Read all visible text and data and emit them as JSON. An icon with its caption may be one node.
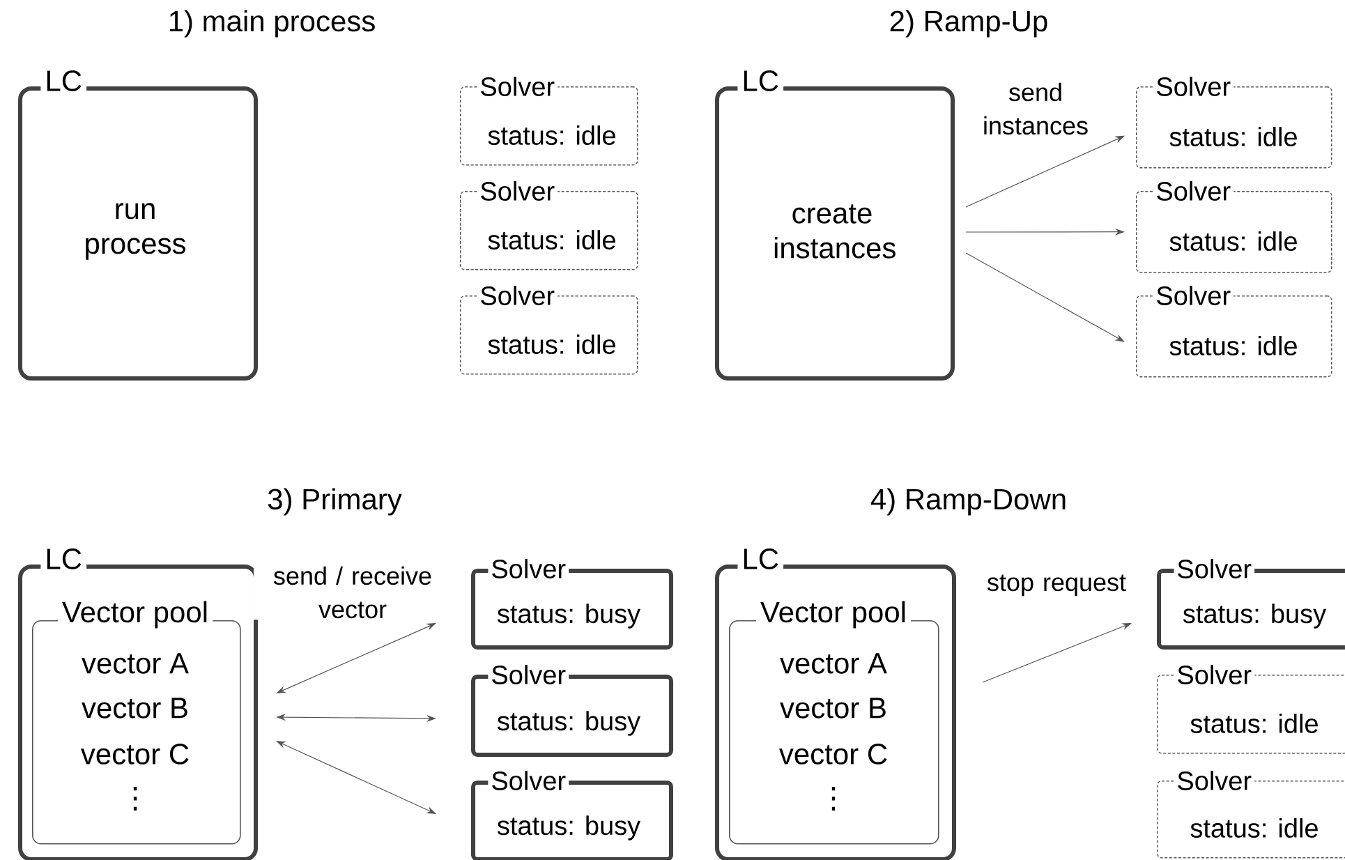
{
  "diagram": {
    "nodes": [
      {
        "text": [
          "LC",
          "run process"
        ]
      },
      {
        "text": [
          "Solver",
          "status: idle"
        ]
      },
      {
        "text": [
          "Solver",
          "status: idle"
        ]
      },
      {
        "text": [
          "Solver",
          "status: idle"
        ]
      },
      {
        "text": [
          "LC",
          "create instances"
        ]
      },
      {
        "text": [
          "Solver",
          "status: idle"
        ]
      },
      {
        "text": [
          "Solver",
          "status: idle"
        ]
      },
      {
        "text": [
          "Solver",
          "status: idle"
        ]
      },
      {
        "text": [
          "LC"
        ]
      },
      {
        "text": [
          "Vector pool",
          "vector A",
          "vector B",
          "vector C",
          "⋮"
        ],
        "in": 8
      },
      {
        "text": [
          "Solver",
          "status: busy"
        ]
      },
      {
        "text": [
          "Solver",
          "status: busy"
        ]
      },
      {
        "text": [
          "Solver",
          "status: busy"
        ]
      },
      {
        "text": [
          "LC"
        ]
      },
      {
        "text": [
          "Vector pool",
          "vector A",
          "vector B",
          "vector C",
          "⋮"
        ],
        "in": 13
      },
      {
        "text": [
          "Solver",
          "status: busy"
        ]
      },
      {
        "text": [
          "Solver",
          "status: idle"
        ]
      },
      {
        "text": [
          "Solver",
          "status: idle"
        ]
      }
    ],
    "edges": [
      {
        "from": 4,
        "to": 5,
        "arrow": "to",
        "label": "send instances"
      },
      {
        "from": 4,
        "to": 6,
        "arrow": "to"
      },
      {
        "from": 4,
        "to": 7,
        "arrow": "to"
      },
      {
        "from": 8,
        "to": 10,
        "arrow": "both",
        "label": "send / receive vector"
      },
      {
        "from": 8,
        "to": 11,
        "arrow": "both"
      },
      {
        "from": 8,
        "to": 12,
        "arrow": "both"
      },
      {
        "from": 13,
        "to": 15,
        "arrow": "to",
        "label": "stop request"
      }
    ],
    "labels": [
      "1) main process",
      "2) Ramp-Up",
      "3) Primary",
      "4) Ramp-Down"
    ]
  }
}
